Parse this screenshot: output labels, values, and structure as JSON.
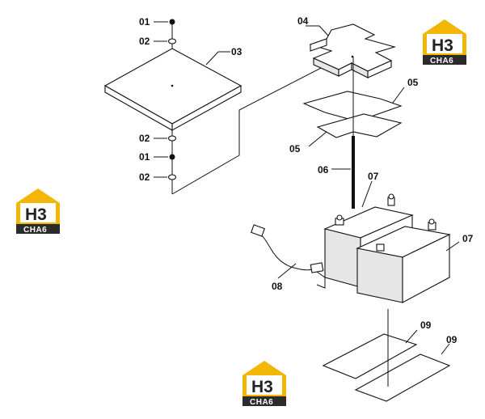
{
  "callouts": {
    "c01a": "01",
    "c02a": "02",
    "c03": "03",
    "c02b": "02",
    "c01b": "01",
    "c02c": "02",
    "c04": "04",
    "c05a": "05",
    "c05b": "05",
    "c06": "06",
    "c07a": "07",
    "c07b": "07",
    "c08": "08",
    "c09a": "09",
    "c09b": "09"
  },
  "logo": {
    "mark": "H3",
    "word": "CHA6"
  },
  "colors": {
    "logo_accent": "#f2b705",
    "logo_dark": "#2b2b2b",
    "line": "#111111"
  }
}
